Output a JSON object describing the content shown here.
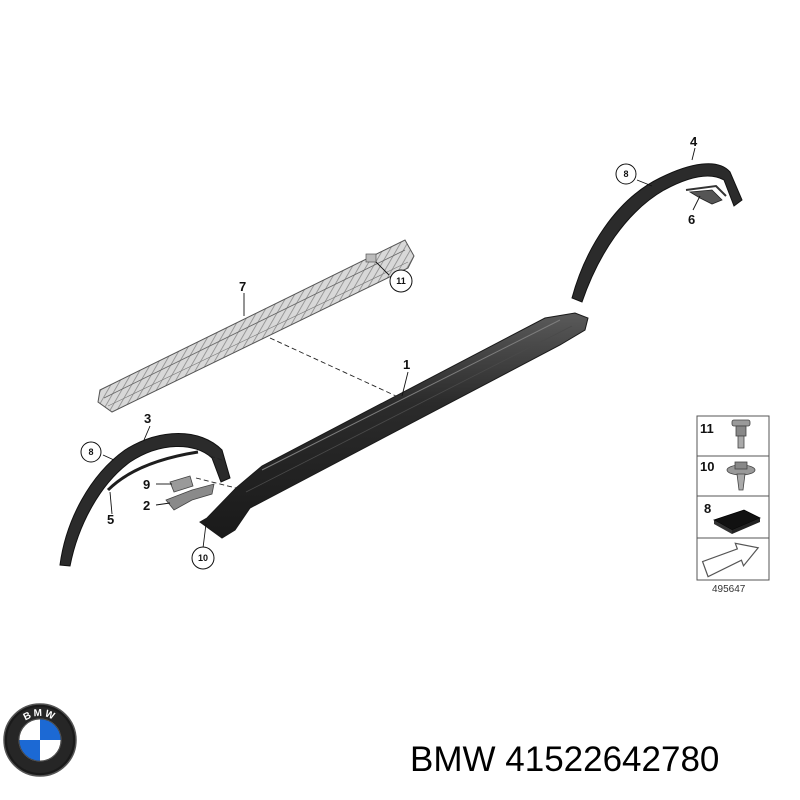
{
  "diagram": {
    "callouts": {
      "part1": "1",
      "part2": "2",
      "part3": "3",
      "part4": "4",
      "part5": "5",
      "part6": "6",
      "part7": "7",
      "part9": "9",
      "part8_front": "8",
      "part8_rear": "8",
      "part10": "10",
      "part11": "11"
    },
    "legend": {
      "items": [
        {
          "number": "11",
          "icon": "bolt-with-washer-icon"
        },
        {
          "number": "10",
          "icon": "screw-with-flange-nut-icon"
        },
        {
          "number": "8",
          "icon": "adhesive-pad-icon"
        },
        {
          "number": "",
          "icon": "arrow-icon"
        }
      ],
      "reference": "495647"
    }
  },
  "footer": {
    "brand_logo_text": "BMW",
    "caption": "BMW 41522642780"
  },
  "colors": {
    "part_dark": "#2e2e2e",
    "part_mid": "#6a6a6a",
    "panel_light": "#cfcfcf",
    "bmw_blue": "#1c69d4",
    "logo_ring": "#111111"
  }
}
